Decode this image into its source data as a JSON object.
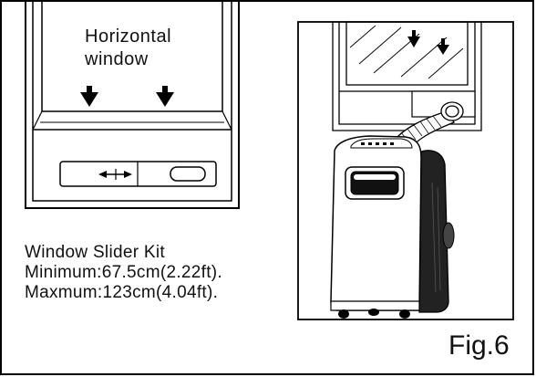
{
  "window_label": {
    "line1": "Horizontal",
    "line2": "window"
  },
  "kit_specs": {
    "line1": "Window Slider Kit",
    "line2": "Minimum:67.5cm(2.22ft).",
    "line3": "Maxmum:123cm(4.04ft)."
  },
  "figure_label": "Fig.6"
}
